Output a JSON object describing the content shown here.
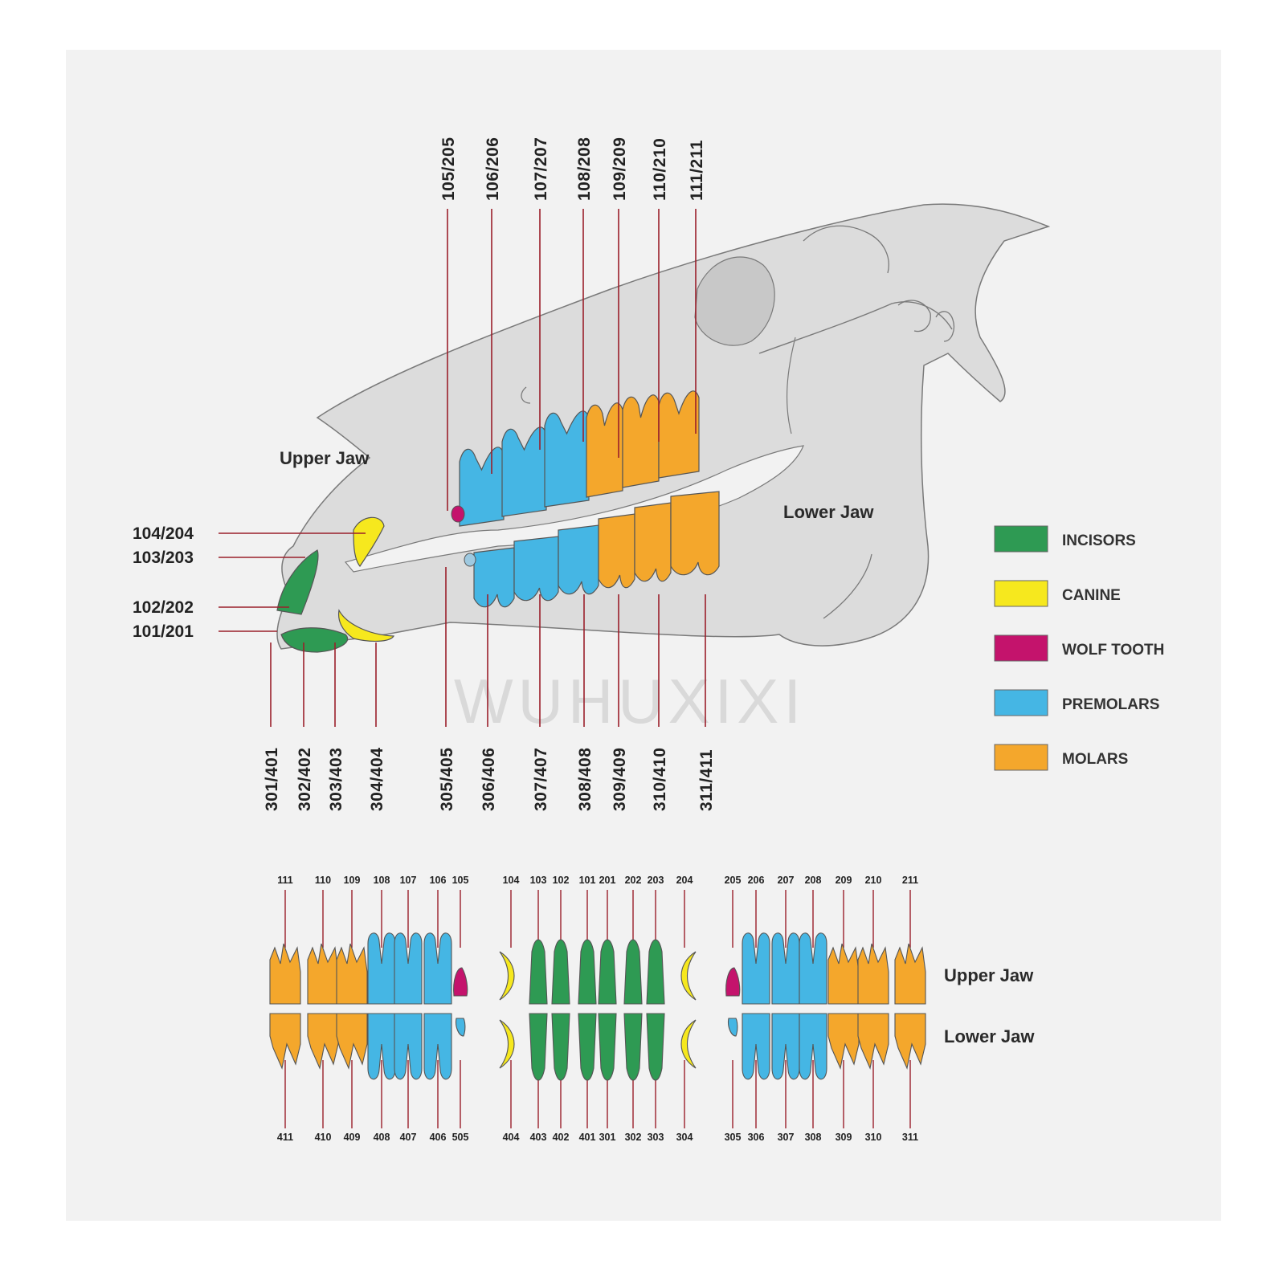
{
  "watermark": "WUHUXIXI",
  "skull": {
    "upper_jaw_label": "Upper Jaw",
    "lower_jaw_label": "Lower Jaw",
    "upper_cheek_labels": [
      "105/205",
      "106/206",
      "107/207",
      "108/208",
      "109/209",
      "110/210",
      "111/211"
    ],
    "lower_cheek_labels": [
      "305/405",
      "306/406",
      "307/407",
      "308/408",
      "309/409",
      "310/410",
      "311/411"
    ],
    "upper_front_labels": [
      "104/204",
      "103/203",
      "102/202",
      "101/201"
    ],
    "lower_front_labels": [
      "301/401",
      "302/402",
      "303/403",
      "304/404"
    ]
  },
  "legend": [
    {
      "label": "INCISORS",
      "color": "#2e9a53"
    },
    {
      "label": "CANINE",
      "color": "#f6e81e"
    },
    {
      "label": "WOLF TOOTH",
      "color": "#c4136c"
    },
    {
      "label": "PREMOLARS",
      "color": "#45b6e4"
    },
    {
      "label": "MOLARS",
      "color": "#f4a72c"
    }
  ],
  "chart": {
    "upper_jaw_label": "Upper Jaw",
    "lower_jaw_label": "Lower Jaw",
    "top_numbers": [
      "111",
      "110",
      "109",
      "108",
      "107",
      "106",
      "105",
      "104",
      "103",
      "102",
      "101",
      "201",
      "202",
      "203",
      "204",
      "205",
      "206",
      "207",
      "208",
      "209",
      "210",
      "211"
    ],
    "bottom_numbers": [
      "411",
      "410",
      "409",
      "408",
      "407",
      "406",
      "505",
      "404",
      "403",
      "402",
      "401",
      "301",
      "302",
      "303",
      "304",
      "305",
      "306",
      "307",
      "308",
      "309",
      "310",
      "311"
    ]
  },
  "colors": {
    "incisor": "#2e9a53",
    "canine": "#f6e81e",
    "wolf": "#c4136c",
    "premolar": "#45b6e4",
    "molar": "#f4a72c",
    "skull": "#dcdcdc",
    "line": "#9a1f2b",
    "outline": "#555555"
  }
}
